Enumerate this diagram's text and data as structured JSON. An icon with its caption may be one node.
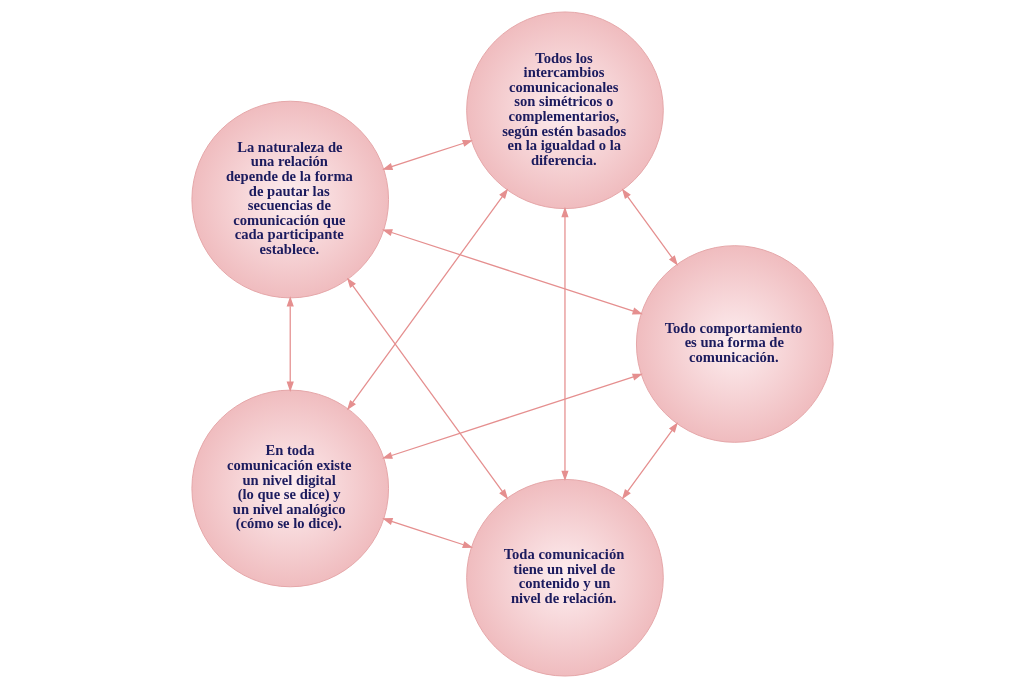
{
  "diagram": {
    "nodes": [
      {
        "text": [
          "Toda comunicación tiene un nivel de contenido y un nivel de relación."
        ]
      },
      {
        "text": [
          "Todo comportamiento es una forma de comunicación."
        ]
      },
      {
        "text": [
          "La naturaleza de una relación depende de la forma de pautar las secuencias de comunicación que cada participante establece."
        ]
      },
      {
        "text": [
          "Todos los intercambios comunicacionales son simétricos o complementarios, según estén basados en la igualdad o la diferencia."
        ]
      },
      {
        "text": [
          "En toda comunicación existe un nivel digital (lo que se dice) y un nivel analógico (cómo se lo dice)."
        ]
      }
    ],
    "edges": [
      {
        "from": 1,
        "to": 0,
        "arrow": "both"
      },
      {
        "from": 0,
        "to": 2,
        "arrow": "both"
      },
      {
        "from": 1,
        "to": 2,
        "arrow": "both"
      },
      {
        "from": 1,
        "to": 3,
        "arrow": "both"
      },
      {
        "from": 1,
        "to": 4,
        "arrow": "both"
      },
      {
        "from": 0,
        "to": 3,
        "arrow": "both"
      },
      {
        "from": 0,
        "to": 4,
        "arrow": "both"
      },
      {
        "from": 2,
        "to": 3,
        "arrow": "both"
      },
      {
        "from": 2,
        "to": 4,
        "arrow": "both"
      },
      {
        "from": 3,
        "to": 4,
        "arrow": "both"
      }
    ]
  }
}
